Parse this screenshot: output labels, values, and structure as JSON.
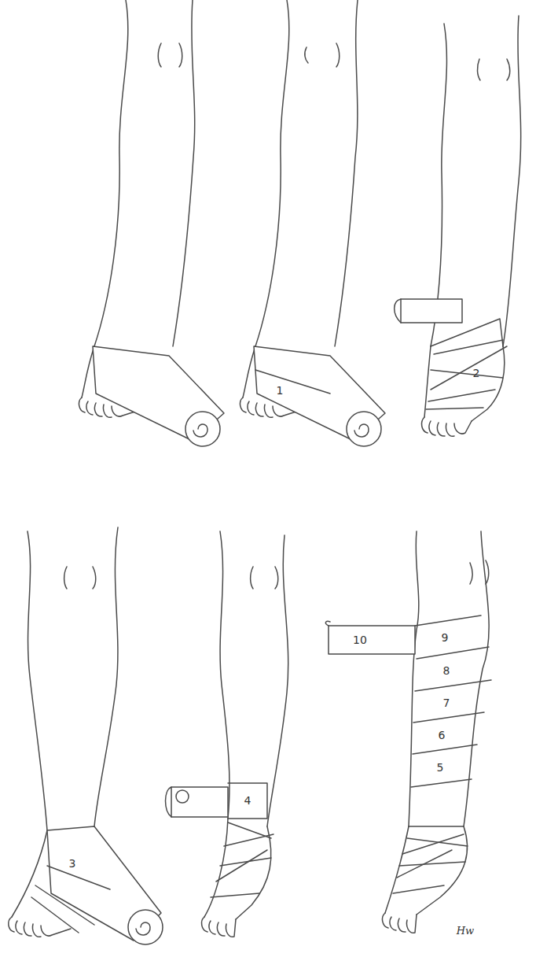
{
  "diagram": {
    "labels": [
      "1",
      "2",
      "3",
      "4",
      "10",
      "9",
      "8",
      "7",
      "6",
      "5",
      "Hw"
    ]
  }
}
